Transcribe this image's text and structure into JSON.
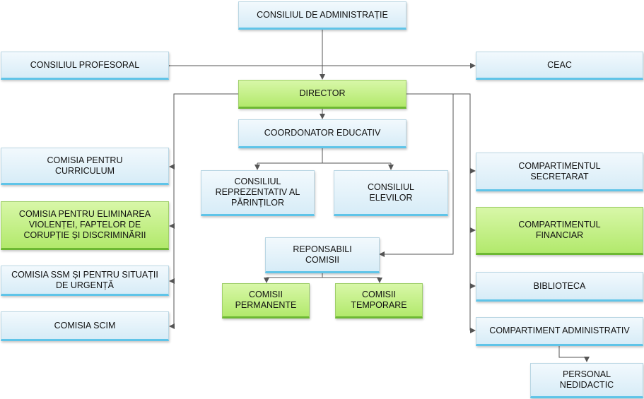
{
  "nodes": {
    "consiliul_administratie": "CONSILIUL DE ADMINISTRAȚIE",
    "consiliul_profesoral": "CONSILIUL PROFESORAL",
    "ceac": "CEAC",
    "director": "DIRECTOR",
    "coordonator_educativ": "COORDONATOR EDUCATIV",
    "consiliul_parintilor": "CONSILIUL\nREPREZENTATIV AL\nPĂRINȚILOR",
    "consiliul_elevilor": "CONSILIUL\nELEVILOR",
    "responsabili_comisii": "REPONSABILI\nCOMISII",
    "comisii_permanente": "COMISII\nPERMANENTE",
    "comisii_temporare": "COMISII\nTEMPORARE",
    "comisia_curriculum": "COMISIA PENTRU\nCURRICULUM",
    "comisia_violenta": "COMISIA PENTRU ELIMINAREA\nVIOLENȚEI, FAPTELOR DE\nCORUPȚIE ȘI DISCRIMINĂRII",
    "comisia_ssm": "COMISIA SSM ȘI PENTRU SITUAȚII\nDE URGENȚĂ",
    "comisia_scim": "COMISIA SCIM",
    "compartiment_secretariat": "COMPARTIMENTUL\nSECRETARAT",
    "compartiment_financiar": "COMPARTIMENTUL\nFINANCIAR",
    "biblioteca": "BIBLIOTECA",
    "compartiment_administrativ": "COMPARTIMENT ADMINISTRATIV",
    "personal_nedidactic": "PERSONAL\nNEDIDACTIC"
  },
  "colors": {
    "box_fill": "#d7ecf7",
    "box_accent": "#5fc4e8",
    "highlight_fill": "#b2e96c",
    "highlight_accent": "#6db833",
    "connector": "#555555"
  }
}
